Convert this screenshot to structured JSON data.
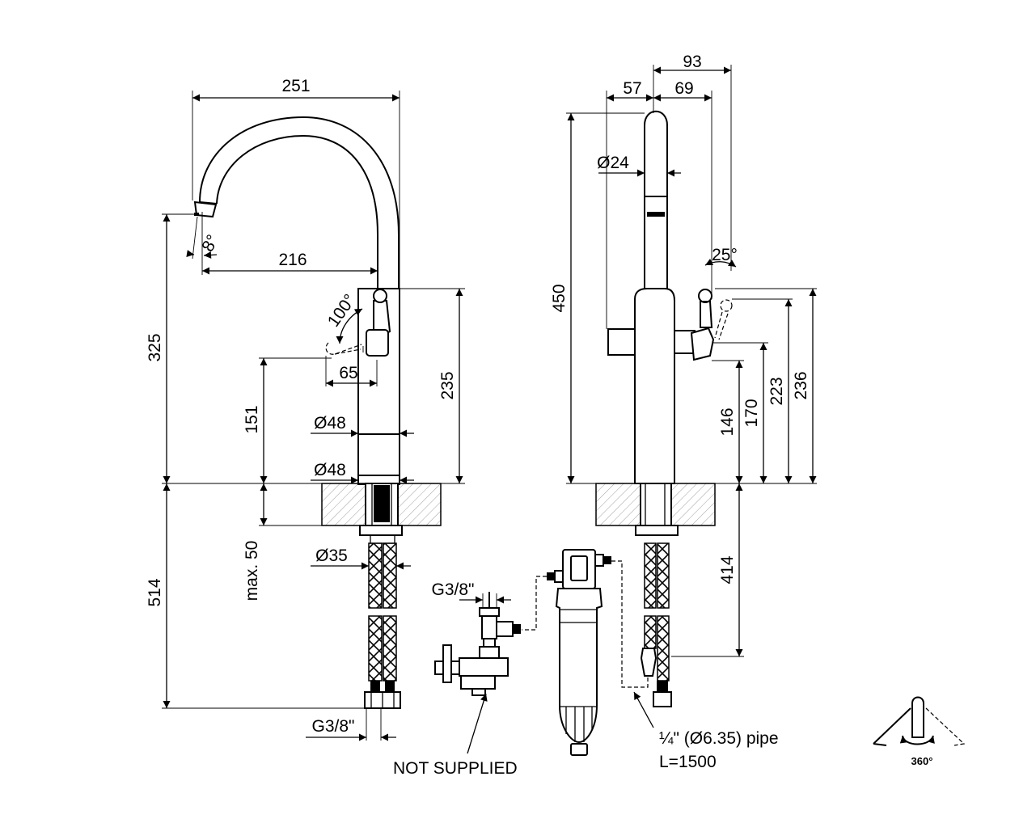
{
  "dimensions": {
    "d251": "251",
    "d216": "216",
    "d325": "325",
    "d100deg": "100°",
    "d8deg": "8°",
    "d65": "65",
    "d151": "151",
    "d235": "235",
    "d48a": "Ø48",
    "d48b": "Ø48",
    "d514": "514",
    "d_max50": "max. 50",
    "d35": "Ø35",
    "d_g38_bottom": "G3/8\"",
    "d93": "93",
    "d57": "57",
    "d69": "69",
    "d24": "Ø24",
    "d450": "450",
    "d25deg": "25°",
    "d146": "146",
    "d170": "170",
    "d223": "223",
    "d236": "236",
    "d414": "414",
    "d_g38_valve": "G3/8\""
  },
  "labels": {
    "not_supplied": "NOT SUPPLIED",
    "pipe_line1": "¼\" (Ø6.35) pipe",
    "pipe_line2": "L=1500",
    "rotation": "360°"
  },
  "colors": {
    "ink": "#000000",
    "paper": "#ffffff"
  }
}
